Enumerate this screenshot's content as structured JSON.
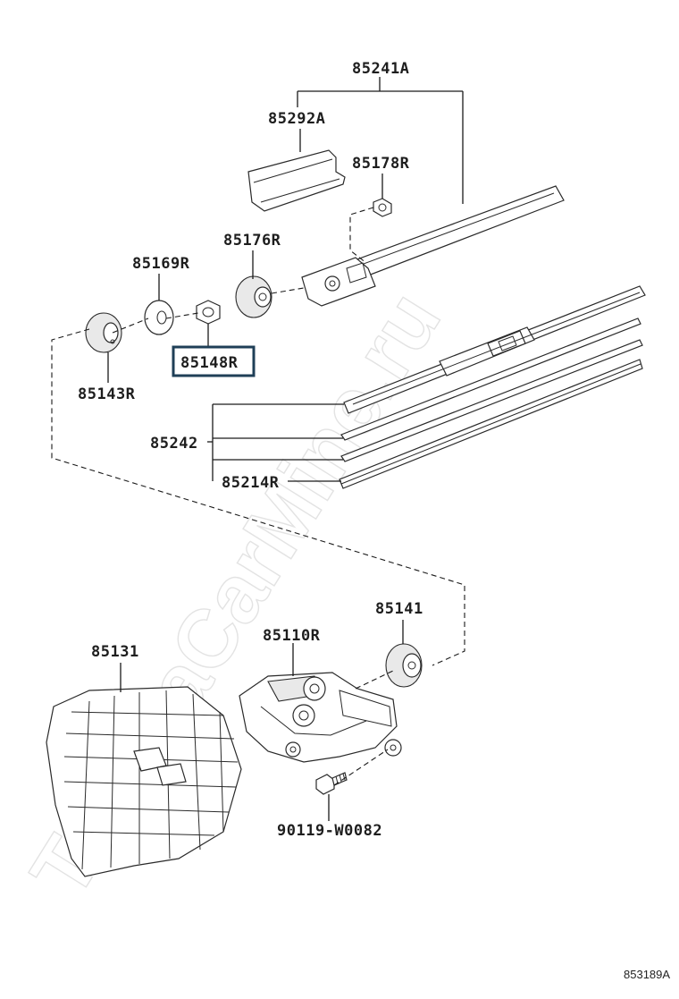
{
  "watermark": "ToyotaCarMine.ru",
  "diagram_code": "853189A",
  "parts": {
    "p85241A": "85241A",
    "p85292A": "85292A",
    "p85178R": "85178R",
    "p85176R": "85176R",
    "p85169R": "85169R",
    "p85148R": "85148R",
    "p85143R": "85143R",
    "p85242": "85242",
    "p85214R": "85214R",
    "p85141": "85141",
    "p85110R": "85110R",
    "p85131": "85131",
    "p90119": "90119-W0082"
  },
  "highlighted_part": "85148R",
  "colors": {
    "highlight": "#1f3f57",
    "lines": "#1a1a1a"
  }
}
